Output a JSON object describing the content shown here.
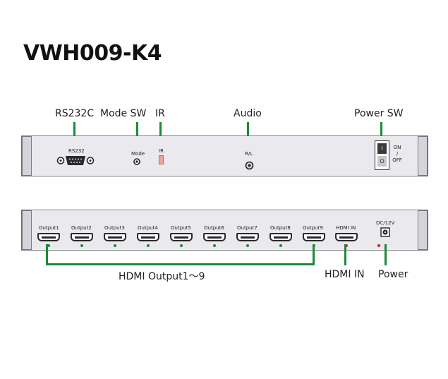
{
  "title": "VWH009-K4",
  "callouts": {
    "rs232c": "RS232C",
    "mode_sw": "Mode SW",
    "ir": "IR",
    "audio": "Audio",
    "power_sw": "Power SW",
    "hdmi_output": "HDMI Output1～9",
    "hdmi_in": "HDMI IN",
    "power": "Power"
  },
  "front_panel": {
    "rs232_label": "RS232",
    "mode_label": "Mode",
    "ir_label": "IR",
    "audio_label": "R/L",
    "switch_on": "I",
    "switch_off": "O",
    "on_off_text": [
      "ON",
      "/",
      "OFF"
    ]
  },
  "rear_panel": {
    "outputs": [
      "Output1",
      "Output2",
      "Output3",
      "Output4",
      "Output5",
      "Output6",
      "Output7",
      "Output8",
      "Output9"
    ],
    "hdmi_in_label": "HDMI IN",
    "dc_label": "DC/12V"
  },
  "colors": {
    "callout_line": "#1a8a3a",
    "panel": "#e9e9ee",
    "ir_window": "#f4a09a",
    "power_led": "#c0282a"
  }
}
